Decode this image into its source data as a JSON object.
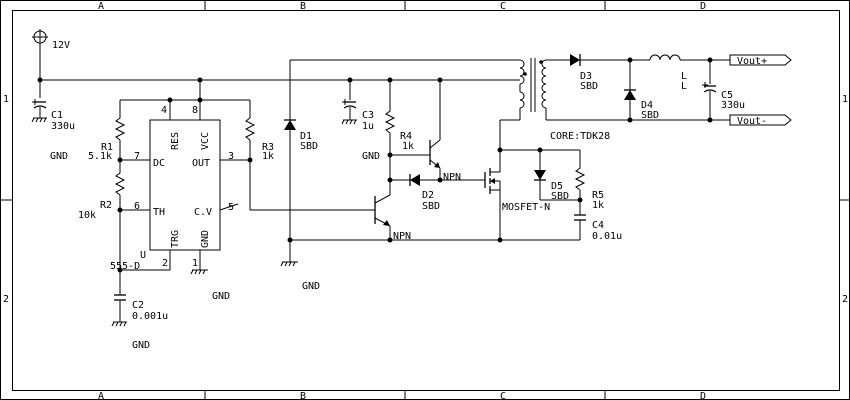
{
  "grid": {
    "columns": [
      "A",
      "B",
      "C",
      "D"
    ],
    "rows": [
      "1",
      "2"
    ]
  },
  "supply": {
    "label": "12V"
  },
  "grounds": {
    "label": "GND"
  },
  "ic": {
    "name": "555-D",
    "ref": "U",
    "pins": {
      "dc": "DC",
      "th": "TH",
      "trg": "TRG",
      "gnd": "GND",
      "out": "OUT",
      "cv": "C.V",
      "res": "RES",
      "vcc": "VCC"
    },
    "pin_numbers": {
      "p1": "1",
      "p2": "2",
      "p3": "3",
      "p4": "4",
      "p5": "5",
      "p6": "6",
      "p7": "7",
      "p8": "8"
    }
  },
  "components": {
    "c1": {
      "ref": "C1",
      "value": "330u"
    },
    "c2": {
      "ref": "C2",
      "value": "0.001u"
    },
    "c3": {
      "ref": "C3",
      "value": "1u"
    },
    "c4": {
      "ref": "C4",
      "value": "0.01u"
    },
    "c5": {
      "ref": "C5",
      "value": "330u"
    },
    "r1": {
      "ref": "R1",
      "value": "5.1k"
    },
    "r2": {
      "ref": "R2",
      "value": "10k"
    },
    "r3": {
      "ref": "R3",
      "value": "1k"
    },
    "r4": {
      "ref": "R4",
      "value": "1k"
    },
    "r5": {
      "ref": "R5",
      "value": "1k"
    },
    "d1": {
      "ref": "D1",
      "value": "SBD"
    },
    "d2": {
      "ref": "D2",
      "value": "SBD"
    },
    "d3": {
      "ref": "D3",
      "value": "SBD"
    },
    "d4": {
      "ref": "D4",
      "value": "SBD"
    },
    "d5": {
      "ref": "D5",
      "value": "SBD"
    },
    "q_npn_top": {
      "value": "NPN"
    },
    "q_npn_bottom": {
      "value": "NPN"
    },
    "mosfet": {
      "value": "MOSFET-N"
    },
    "inductor": {
      "ref": "L",
      "value": "L"
    },
    "transformer": {
      "core": "CORE:TDK28"
    }
  },
  "outputs": {
    "vout_plus": "Vout+",
    "vout_minus": "Vout-"
  }
}
